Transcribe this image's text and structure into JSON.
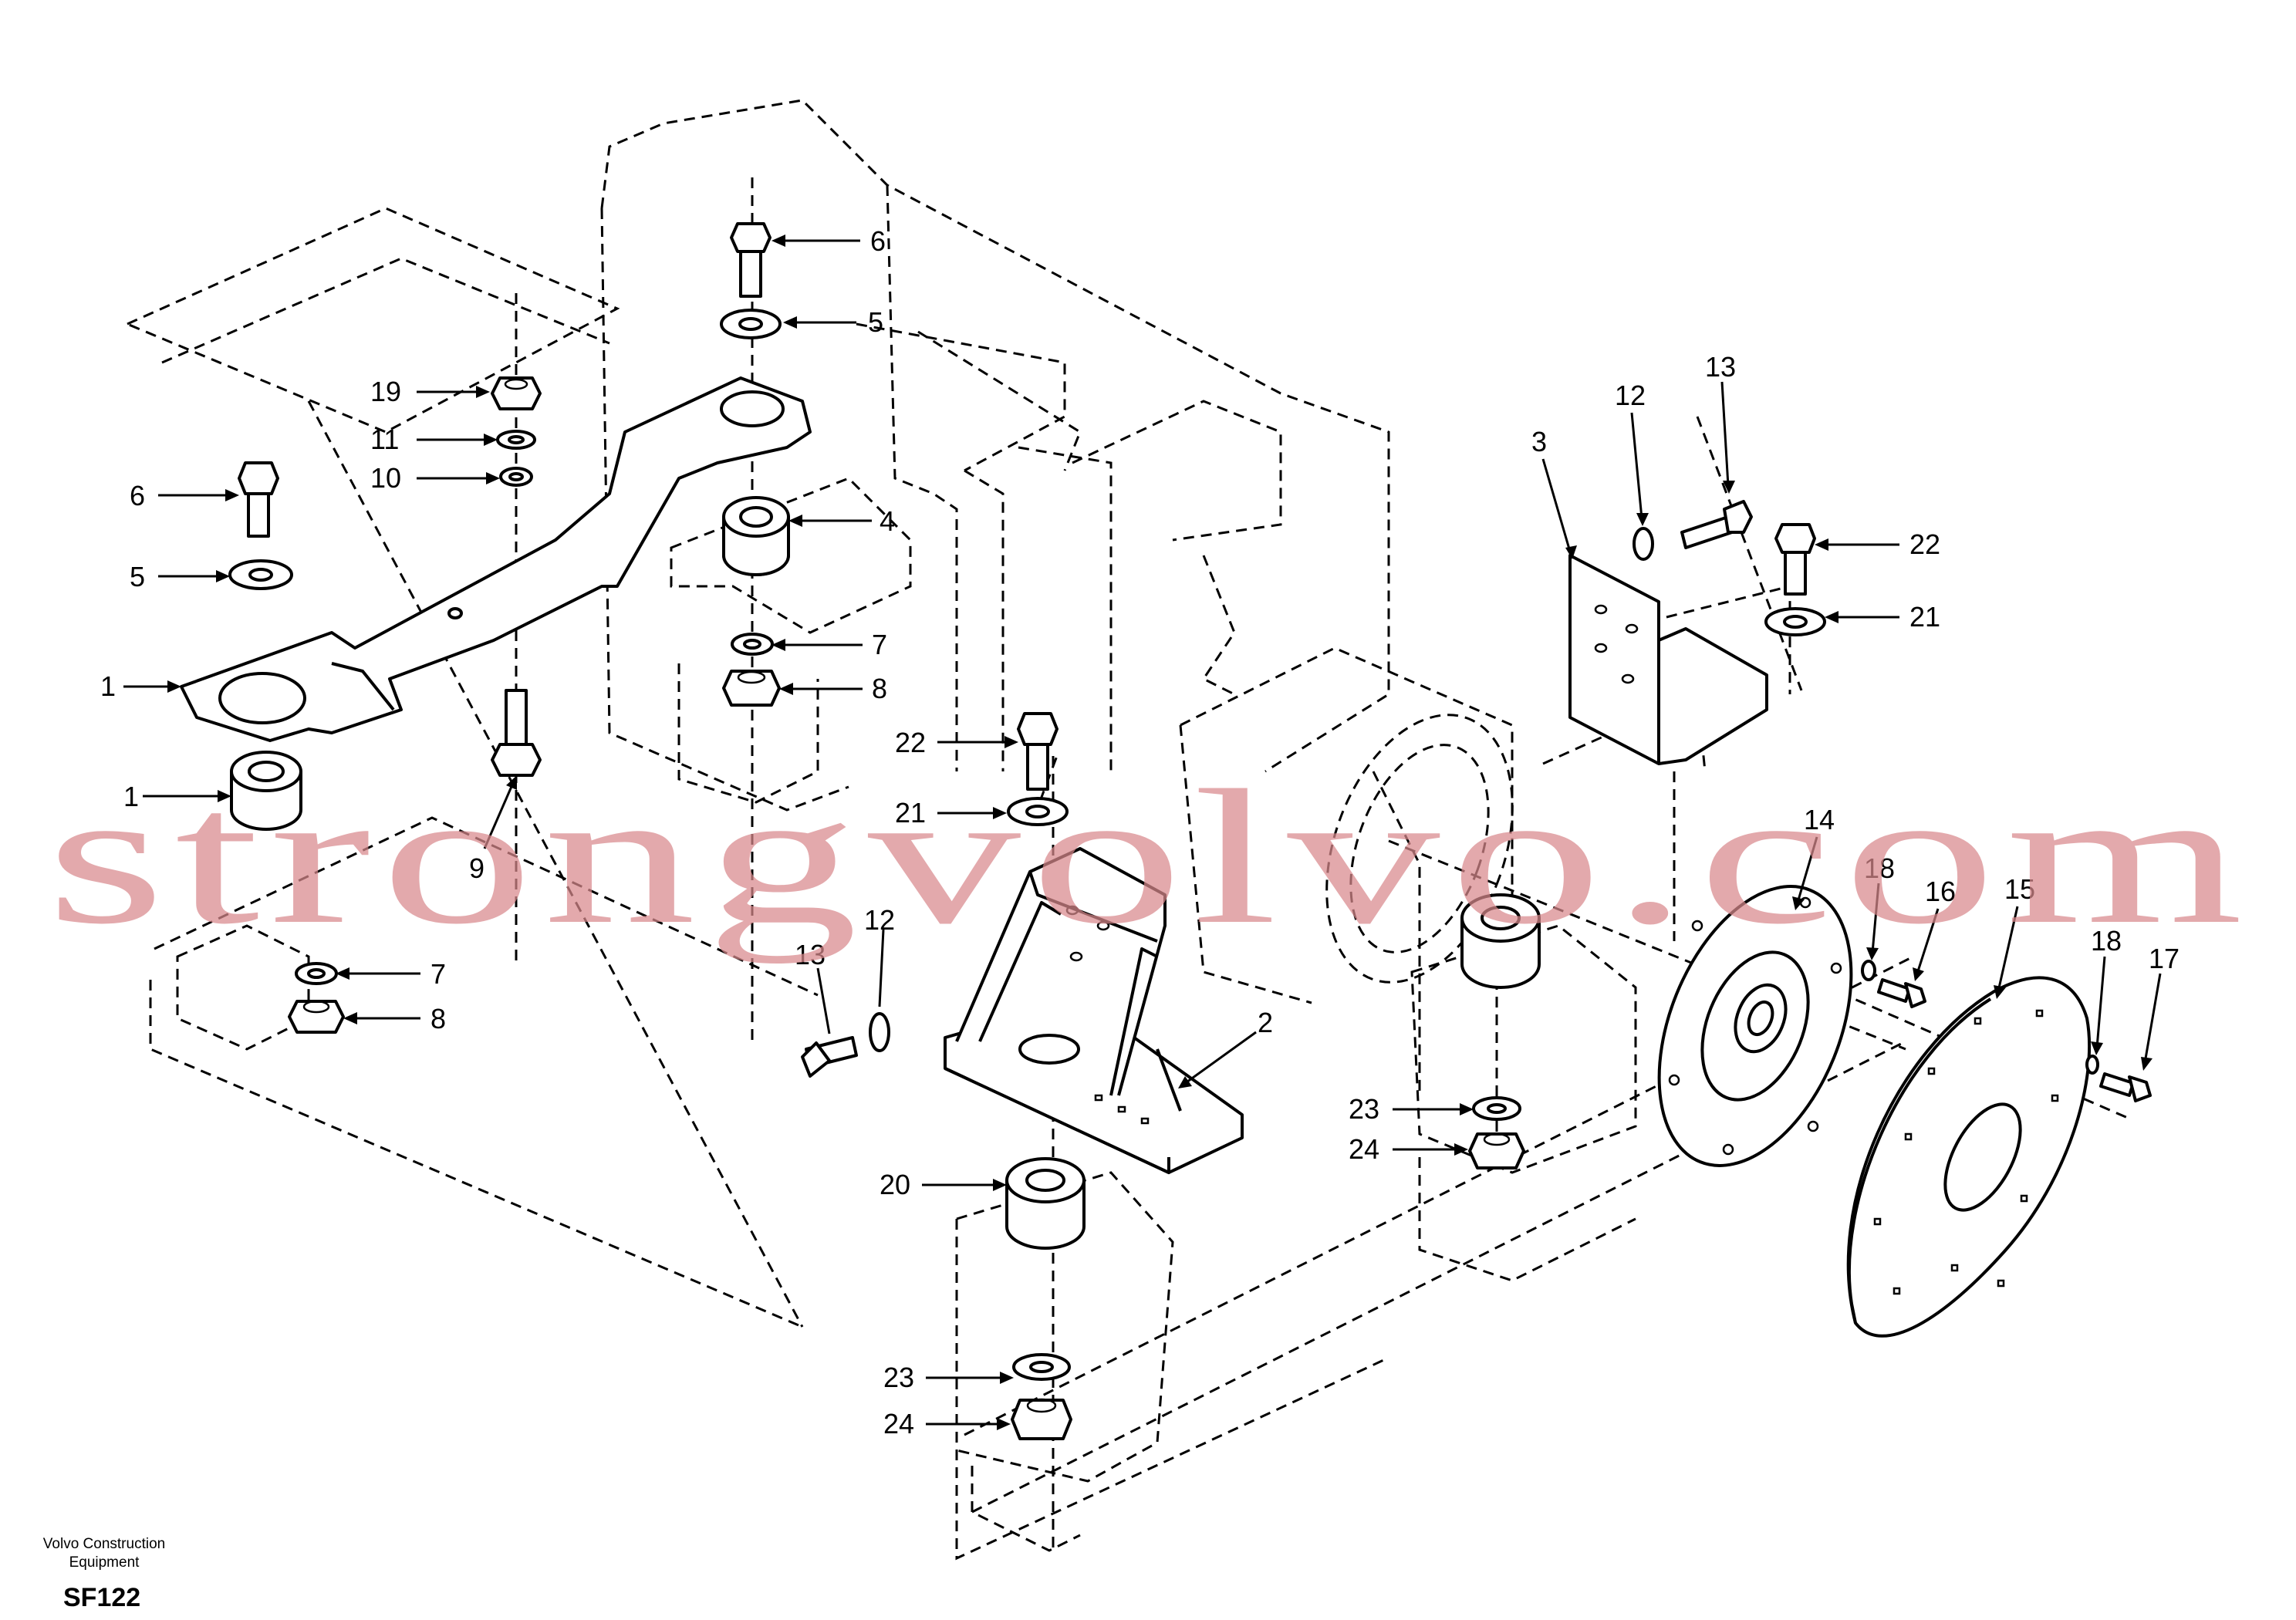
{
  "callouts": {
    "c1_upper": "1",
    "c1_lower": "1",
    "c2": "2",
    "c3": "3",
    "c4": "4",
    "c5_top": "5",
    "c5_left": "5",
    "c6_top": "6",
    "c6_left": "6",
    "c7_mid": "7",
    "c7_low": "7",
    "c8_mid": "8",
    "c8_low": "8",
    "c9": "9",
    "c10": "10",
    "c11": "11",
    "c12_upper": "12",
    "c12_lower": "12",
    "c13_upper": "13",
    "c13_lower": "13",
    "c14": "14",
    "c15": "15",
    "c16": "16",
    "c17": "17",
    "c18_a": "18",
    "c18_b": "18",
    "c19": "19",
    "c20": "20",
    "c21_mid": "21",
    "c21_right": "21",
    "c22_mid": "22",
    "c22_right": "22",
    "c23_mid": "23",
    "c23_low": "23",
    "c24_mid": "24",
    "c24_low": "24"
  },
  "watermark": "strongvolvo.com",
  "footer": {
    "company_line1": "Volvo Construction",
    "company_line2": "Equipment",
    "code": "SF122"
  }
}
